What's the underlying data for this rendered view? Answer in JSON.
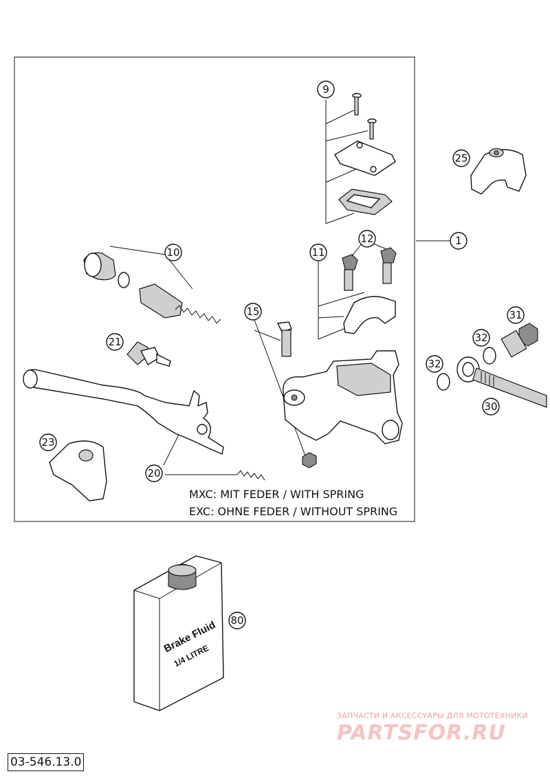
{
  "callouts": {
    "c1": "1",
    "c9": "9",
    "c10": "10",
    "c11": "11",
    "c12": "12",
    "c15": "15",
    "c20": "20",
    "c21": "21",
    "c23": "23",
    "c25": "25",
    "c30": "30",
    "c31": "31",
    "c32a": "32",
    "c32b": "32",
    "c80": "80"
  },
  "notes": {
    "line1": "MXC: MIT FEDER / WITH SPRING",
    "line2": "EXC: OHNE FEDER / WITHOUT SPRING"
  },
  "bottle": {
    "line1": "Brake Fluid",
    "line2": "1/4 LITRE"
  },
  "watermark": {
    "tagline": "ЗАПЧАСТИ И АКСЕССУАРЫ ДЛЯ МОТОТЕХНИКИ",
    "logo": "PARTSFOR.RU"
  },
  "document_number": "03-546.13.0"
}
